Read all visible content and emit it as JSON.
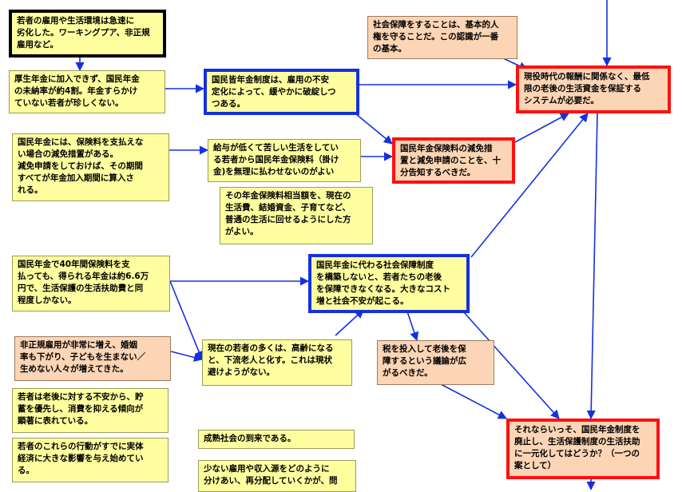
{
  "colors": {
    "yellow": "#ffffa0",
    "peach": "#fbd5b5",
    "arrow": "#1530e0",
    "red_border": "#ff1010",
    "blue_border": "#1530e0",
    "black_border": "#000000"
  },
  "nodes": [
    {
      "id": "n1",
      "text": "若者の雇用や生活環境は急速に\n劣化した。ワーキングプア、非正規\n雇用など。"
    },
    {
      "id": "n2",
      "text": "厚生年金に加入できず、国民年金\nの未納率が約4割。年金すらかけ\nていない若者が珍しくない。"
    },
    {
      "id": "n3",
      "text": "国民皆年金制度は、雇用の不安\n定化によって、緩やかに破綻しつ\nつある。"
    },
    {
      "id": "n4",
      "text": "社会保障をすることは、基本的人\n権を守ることだ。この認識が一番\nの基本。"
    },
    {
      "id": "n5",
      "text": "現役時代の報酬に関係なく、最低\n限の老後の生活資金を保証する\nシステムが必要だ。"
    },
    {
      "id": "n6",
      "text": "国民年金には、保険料を支払えな\nい場合の減免措置がある。\n減免申請をしておけば、その期間\nすべてが年金加入期間に算入さ\nれる。"
    },
    {
      "id": "n7",
      "text": "給与が低くて苦しい生活をしてい\nる若者から国民年金保険料（掛け\n金)を無理に払わせないのがよい"
    },
    {
      "id": "n8",
      "text": "国民年金保険料の減免措\n置と減免申請のことを、十\n分告知するべきだ。"
    },
    {
      "id": "n9",
      "text": "その年金保険料相当額を、現在の\n生活費、結婚資金、子育てなど、\n普通の生活に回せるようにした方\nがよい。"
    },
    {
      "id": "n10",
      "text": "国民年金で40年間保険料を支\n払っても、得られる年金は約6.6万\n円で、生活保護の生活扶助費と同\n程度しかない。"
    },
    {
      "id": "n11",
      "text": "国民年金に代わる社会保障制度\nを構築しないと、若者たちの老後\nを保障できなくなる。大きなコスト\n増と社会不安が起こる。"
    },
    {
      "id": "n12",
      "text": "非正規雇用が非常に増え、婚姻\n率も下がり、子どもを生まない／\n生めない人々が増えてきた。"
    },
    {
      "id": "n13",
      "text": "現在の若者の多くは、高齢になる\nと、下流老人と化す。これは現状\n避けようがない。"
    },
    {
      "id": "n14",
      "text": "税を投入して老後を保\n障するという議論が広\nがるべきだ。"
    },
    {
      "id": "n15",
      "text": "若者は老後に対する不安から、貯\n蓄を優先し、消費を抑える傾向が\n顕著に表れている。"
    },
    {
      "id": "n16",
      "text": "それならいっそ、国民年金制度を\n廃止し、生活保護制度の生活扶助\nに一元化してはどうか？（一つの\n案として）"
    },
    {
      "id": "n17",
      "text": "若者のこれらの行動がすでに実体\n経済に大きな影響を与え始めてい\nる。"
    },
    {
      "id": "n18",
      "text": "成熟社会の到来である。"
    },
    {
      "id": "n19",
      "text": "少ない雇用や収入源をどのように\n分けあい、再分配していくかが、問"
    }
  ]
}
